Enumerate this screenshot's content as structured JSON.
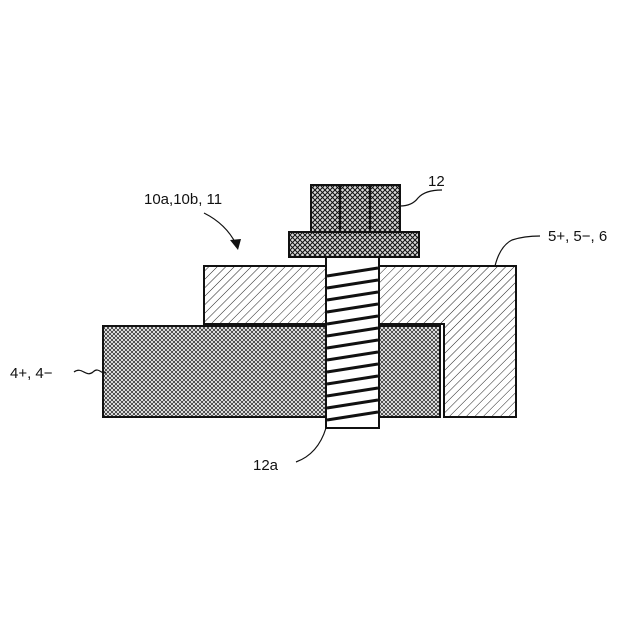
{
  "labels": {
    "bolt": "12",
    "fastening": "10a,10b, 11",
    "bus_bar": "5+, 5−, 6",
    "terminal": "4+, 4−",
    "shank": "12a"
  }
}
